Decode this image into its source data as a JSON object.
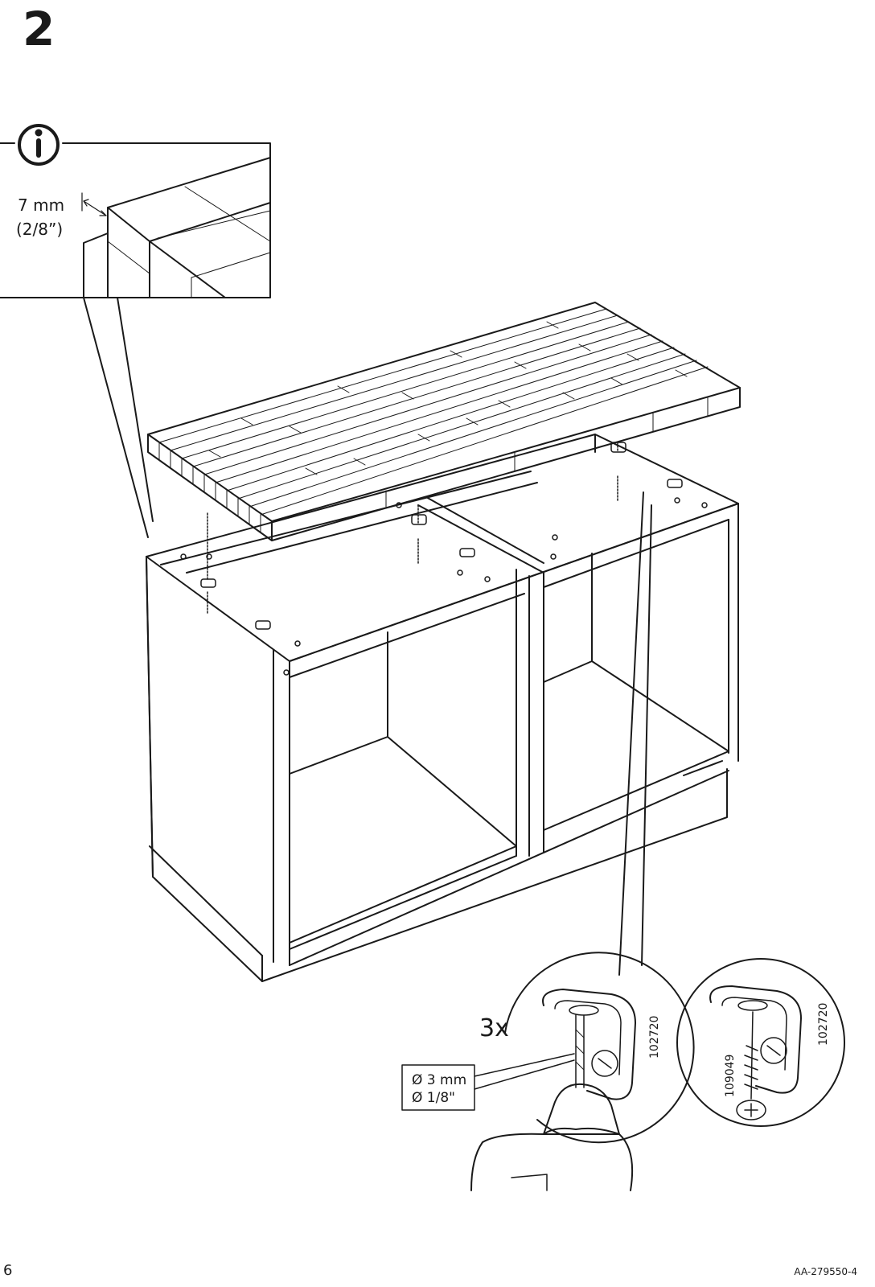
{
  "step": {
    "number": "2"
  },
  "detail_callout": {
    "icon": "info-icon",
    "gap_mm": "7 mm",
    "gap_inch": "(2/8”)"
  },
  "hardware_detail": {
    "quantity": "3x",
    "drill_mm": "Ø 3 mm",
    "drill_inch": "Ø 1/8\"",
    "bracket_part": "102720",
    "screw_part": "109049"
  },
  "footer": {
    "page_number": "6",
    "article_code": "AA-279550-4"
  },
  "colors": {
    "line": "#1a1a1a",
    "background": "#ffffff"
  }
}
